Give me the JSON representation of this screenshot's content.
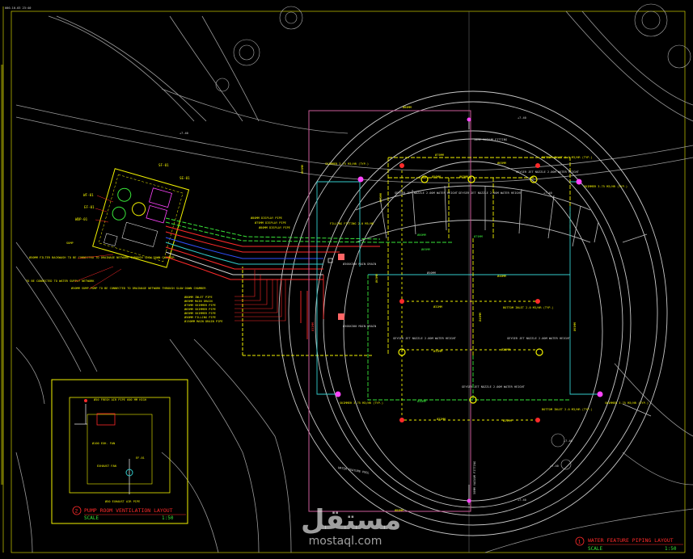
{
  "drawing": {
    "date_stamp": "000-10-03 23:40",
    "main_title": "WATER FEATURE PIPING LAYOUT",
    "main_scale_label": "SCALE",
    "main_scale_value": "1:50",
    "main_title_number": "1",
    "inset_title": "PUMP ROOM VENTILATION LAYOUT",
    "inset_scale_label": "SCALE",
    "inset_scale_value": "1:50",
    "inset_title_number": "2"
  },
  "pump_room": {
    "tags": [
      "SF-01",
      "SE-01",
      "WF-01",
      "WDP-01",
      "EF-01"
    ],
    "sump_label": "SUMP",
    "notes": [
      "Ø50MM FILTER BACKWASH TO BE CONNECTED TO DRAINAGE NETWORK THROUGH SLOW DOWN CHAMBER",
      "TO BE CONNECTED TO WATER SUPPLY NETWORK",
      "Ø50MM SUMP PUMP TO BE CONNECTED TO DRAINAGE NETWORK THROUGH SLOW DOWN CHAMBER"
    ]
  },
  "pipe_labels": {
    "supply_group": [
      "Ø80MM DISPLAY PIPE",
      "Ø75MM DISPLAY PIPE",
      "Ø80MM DISPLAY PIPE"
    ],
    "return_group": [
      "Ø80MM INLET PIPE",
      "Ø65MM MAIN DRAIN",
      "Ø75MM SKIMMER PIPE",
      "Ø65MM SKIMMER PIPE",
      "Ø65MM SKIMMER PIPE",
      "Ø50MM FILLING PIPE",
      "Ø150MM MAIN DRAIN PIPE"
    ],
    "fitting_1": "50MM VACUUM FITTING",
    "fitting_2": "50MM VACUUM FITTING",
    "filling_fitting": "FILLING FITTING 2.0 M3/HR",
    "main_drain_1": "Ø300X300 MAIN DRAIN",
    "main_drain_2": "Ø300X300 MAIN DRAIN",
    "skimmer_tl": "SKIMMER 3.75 M3/HR (TYP.)",
    "skimmer_tr": "SKIMMER 3.75 M3/HR (TYP.)",
    "skimmer_bl": "SKIMMER 3.75 M3/HR (TYP.)",
    "skimmer_br": "SKIMMER 3.75 M3/HR (TYP.)",
    "bottom_inlet_1": "BOTTOM INLET 2.0 M3/HR (TYP.)",
    "bottom_inlet_2": "BOTTOM INLET 2.0 M3/HR (TYP.)",
    "bottom_inlet_3": "BOTTOM INLET 2.0 M3/HR (TYP.)",
    "nozzle_1": "GEYSER JET NOZZLE 2.00M WATER HEIGHT",
    "nozzle_2": "GEYSER JET NOZZLE 2.00M WATER HEIGHT",
    "nozzle_3": "GEYSER JET NOZZLE 2.00M WATER HEIGHT",
    "nozzle_4": "GEYSER JET NOZZLE 2.00M WATER HEIGHT",
    "nozzle_5": "GEYSER JET NOZZLE 2.00M WATER HEIGHT",
    "nozzle_6": "GEYSER JET NOZZLE 2.00M WATER HEIGHT",
    "pipe_sizes": [
      "Ø80MM",
      "Ø75MM",
      "Ø65MM",
      "Ø50MM",
      "Ø63MM",
      "Ø40MM",
      "Ø32MM",
      "Ø25MM"
    ],
    "level_marks": [
      "+7.40",
      "+7.40",
      "+7.40",
      "+7.40",
      "+7.40",
      "+7.40"
    ],
    "water_feature": "WATER FEATURE POOL"
  },
  "inset": {
    "labels": [
      "Ø50 FRESH AIR PIPE 600 MM HIGH",
      "Ø100 EXH. FAN",
      "EXHAUST FAN",
      "EF-01",
      "Ø50 EXHAUST AIR PIPE"
    ]
  },
  "colors": {
    "background": "#000000",
    "yellow": "#f2f200",
    "green": "#39e639",
    "red": "#ff2a2a",
    "magenta": "#ff44ff",
    "cyan": "#33cccc",
    "white": "#d8d8d8",
    "grey": "#8a8a8a",
    "blue": "#3050ff",
    "pink_outline": "#cc5b9a"
  },
  "watermark": {
    "arabic": "مستقل",
    "latin": "mostaql.com"
  }
}
